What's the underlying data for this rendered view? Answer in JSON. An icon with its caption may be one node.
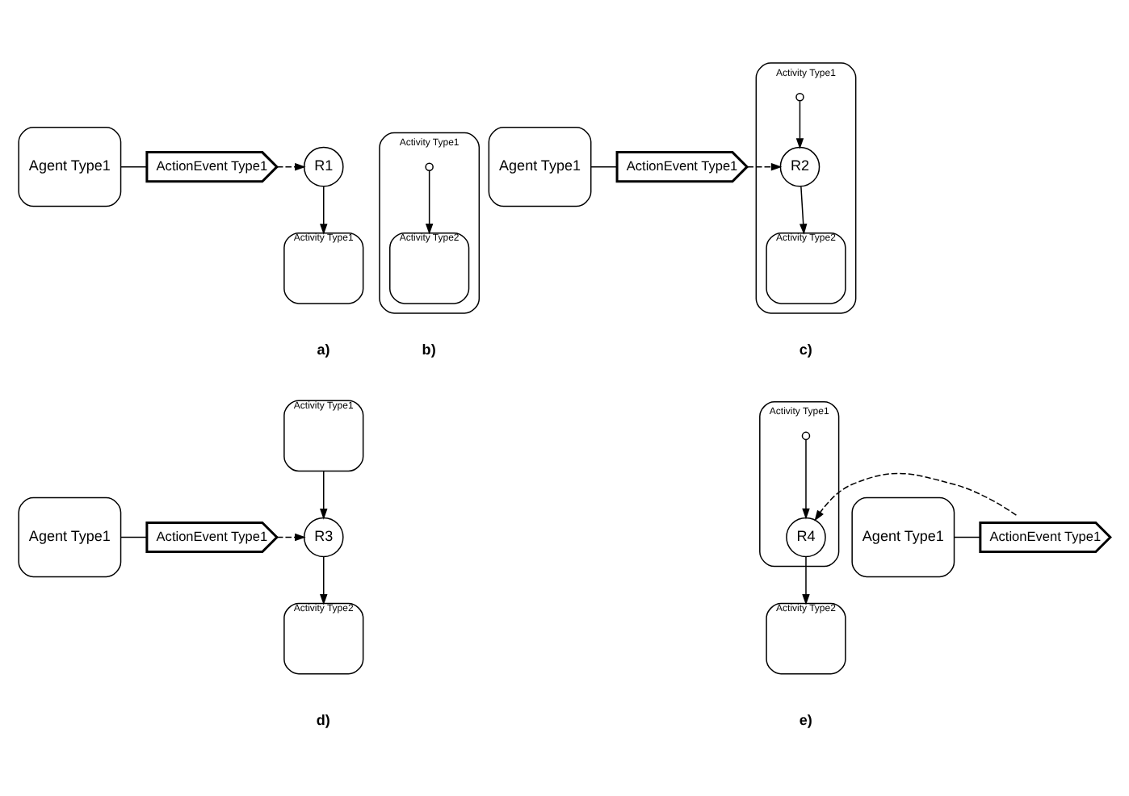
{
  "diagram": {
    "nodes": [
      {
        "text": [
          "Agent Type1"
        ]
      },
      {
        "text": [
          "ActionEvent Type1"
        ]
      },
      {
        "text": [
          "R1"
        ]
      },
      {
        "text": [
          "Activity Type1"
        ]
      },
      {
        "text": [
          "Activity Type1"
        ]
      },
      {
        "text": [],
        "shape": "circle",
        "in": 4
      },
      {
        "text": [
          "Activity Type2"
        ],
        "in": 4
      },
      {
        "text": [
          "Agent Type1"
        ]
      },
      {
        "text": [
          "ActionEvent Type1"
        ]
      },
      {
        "text": [
          "Activity Type1"
        ]
      },
      {
        "text": [],
        "shape": "circle",
        "in": 9
      },
      {
        "text": [
          "R2"
        ],
        "in": 9
      },
      {
        "text": [
          "Activity Type2"
        ],
        "in": 9
      },
      {
        "text": [
          "Activity Type1"
        ]
      },
      {
        "text": [
          "Agent Type1"
        ]
      },
      {
        "text": [
          "ActionEvent Type1"
        ]
      },
      {
        "text": [
          "R3"
        ]
      },
      {
        "text": [
          "Activity Type2"
        ]
      },
      {
        "text": [
          "Agent Type1"
        ]
      },
      {
        "text": [
          "ActionEvent Type1"
        ]
      },
      {
        "text": [
          "Activity Type1"
        ]
      },
      {
        "text": [],
        "shape": "circle",
        "in": 20
      },
      {
        "text": [
          "R4"
        ],
        "in": 20
      },
      {
        "text": [
          "Activity Type2"
        ]
      }
    ],
    "edges": [
      {
        "from": 0,
        "to": 1,
        "arrow": "none"
      },
      {
        "from": 1,
        "to": 2,
        "arrow": "to",
        "style": "dashed"
      },
      {
        "from": 2,
        "to": 3,
        "arrow": "to"
      },
      {
        "from": 5,
        "to": 6,
        "arrow": "to"
      },
      {
        "from": 7,
        "to": 8,
        "arrow": "none"
      },
      {
        "from": 8,
        "to": 11,
        "arrow": "to",
        "style": "dashed"
      },
      {
        "from": 10,
        "to": 11,
        "arrow": "to"
      },
      {
        "from": 11,
        "to": 12,
        "arrow": "to"
      },
      {
        "from": 14,
        "to": 15,
        "arrow": "none"
      },
      {
        "from": 15,
        "to": 16,
        "arrow": "to",
        "style": "dashed"
      },
      {
        "from": 13,
        "to": 16,
        "arrow": "to"
      },
      {
        "from": 16,
        "to": 17,
        "arrow": "to"
      },
      {
        "from": 18,
        "to": 19,
        "arrow": "none"
      },
      {
        "from": 19,
        "to": 22,
        "arrow": "to",
        "style": "dashed"
      },
      {
        "from": 21,
        "to": 22,
        "arrow": "to"
      },
      {
        "from": 22,
        "to": 23,
        "arrow": "to"
      }
    ],
    "labels": [
      "a)",
      "b)",
      "c)",
      "d)",
      "e)"
    ]
  }
}
